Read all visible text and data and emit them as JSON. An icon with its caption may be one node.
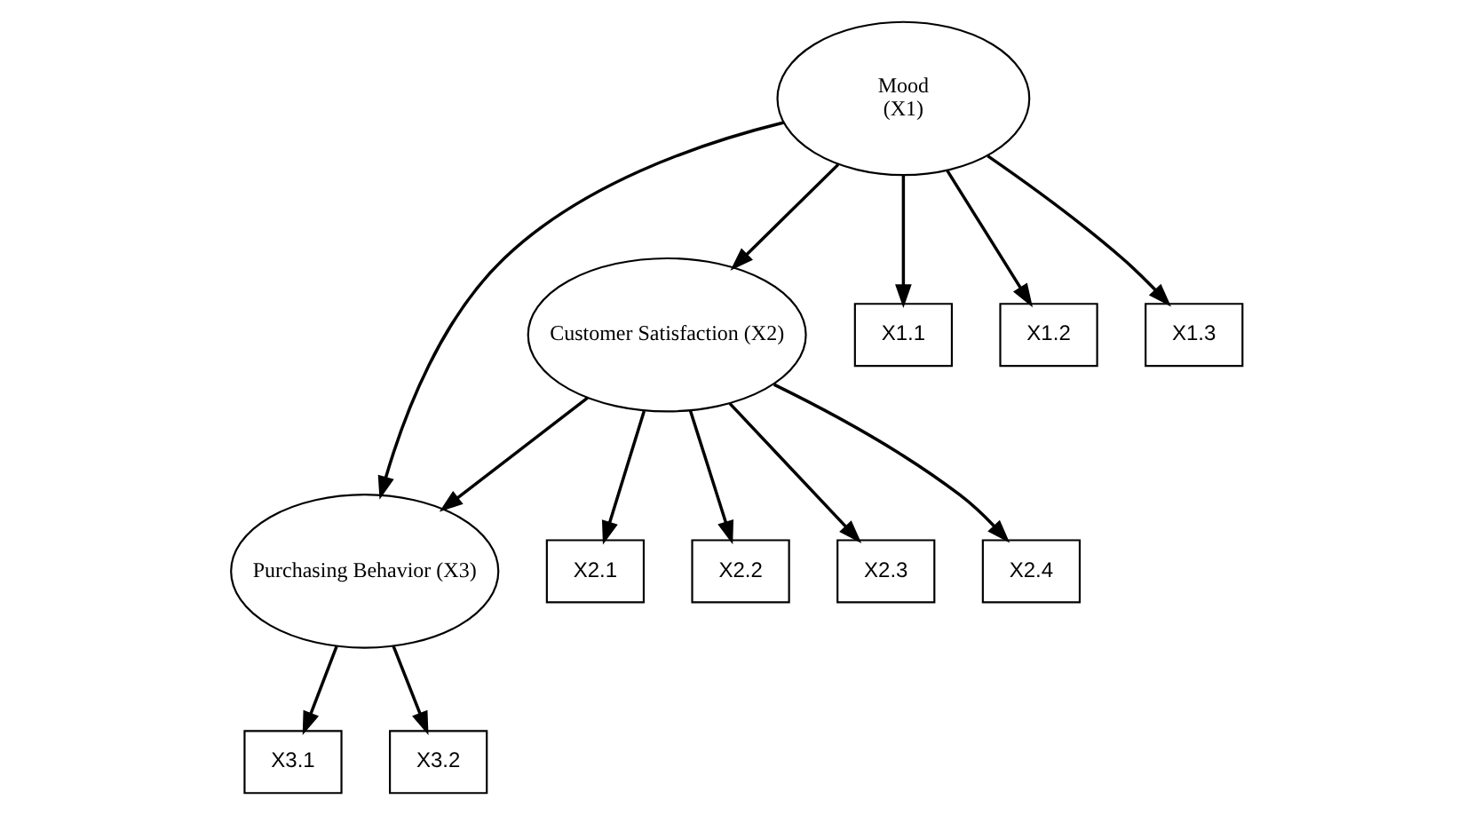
{
  "diagram": {
    "nodes": [
      {
        "text": [
          "Purchasing Behavior (X3)"
        ]
      },
      {
        "text": [
          "X3.1"
        ]
      },
      {
        "text": [
          "X3.2"
        ]
      },
      {
        "text": [
          "Mood",
          "(X1)"
        ]
      },
      {
        "text": [
          "Customer Satisfaction (X2)"
        ]
      },
      {
        "text": [
          "X1.1"
        ]
      },
      {
        "text": [
          "X1.2"
        ]
      },
      {
        "text": [
          "X1.3"
        ]
      },
      {
        "text": [
          "X2.1"
        ]
      },
      {
        "text": [
          "X2.2"
        ]
      },
      {
        "text": [
          "X2.3"
        ]
      },
      {
        "text": [
          "X2.4"
        ]
      }
    ],
    "edges": [
      {
        "from": 3,
        "to": 0,
        "arrow": "to"
      },
      {
        "from": 3,
        "to": 4,
        "arrow": "to"
      },
      {
        "from": 4,
        "to": 0,
        "arrow": "to"
      },
      {
        "from": 0,
        "to": 1,
        "arrow": "to"
      },
      {
        "from": 0,
        "to": 2,
        "arrow": "to"
      },
      {
        "from": 3,
        "to": 5,
        "arrow": "to"
      },
      {
        "from": 3,
        "to": 6,
        "arrow": "to"
      },
      {
        "from": 3,
        "to": 7,
        "arrow": "to"
      },
      {
        "from": 4,
        "to": 8,
        "arrow": "to"
      },
      {
        "from": 4,
        "to": 9,
        "arrow": "to"
      },
      {
        "from": 4,
        "to": 10,
        "arrow": "to"
      },
      {
        "from": 4,
        "to": 11,
        "arrow": "to"
      }
    ]
  }
}
